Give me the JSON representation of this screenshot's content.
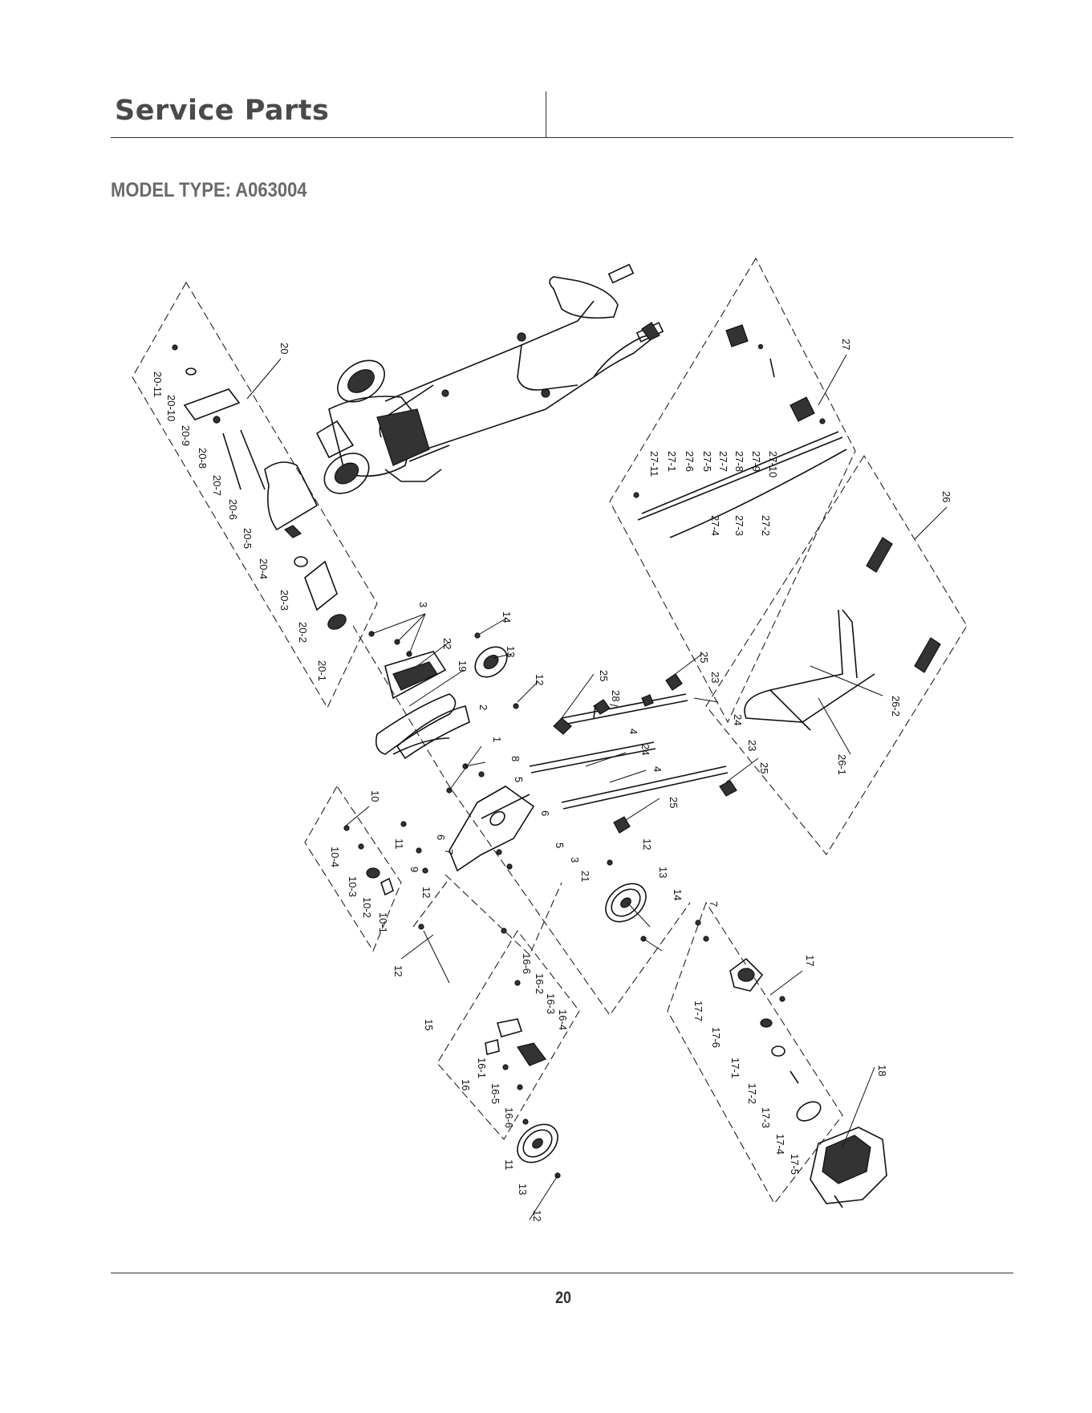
{
  "header": {
    "title": "Service Parts"
  },
  "model": {
    "label": "MODEL TYPE: A063004"
  },
  "footer": {
    "page_number": "20"
  },
  "callouts": [
    {
      "id": "c20",
      "label": "20"
    },
    {
      "id": "c20-11",
      "label": "20-11"
    },
    {
      "id": "c20-10",
      "label": "20-10"
    },
    {
      "id": "c20-9",
      "label": "20-9"
    },
    {
      "id": "c20-8",
      "label": "20-8"
    },
    {
      "id": "c20-7",
      "label": "20-7"
    },
    {
      "id": "c20-6",
      "label": "20-6"
    },
    {
      "id": "c20-5",
      "label": "20-5"
    },
    {
      "id": "c20-4",
      "label": "20-4"
    },
    {
      "id": "c20-3",
      "label": "20-3"
    },
    {
      "id": "c20-2",
      "label": "20-2"
    },
    {
      "id": "c20-1",
      "label": "20-1"
    },
    {
      "id": "c27",
      "label": "27"
    },
    {
      "id": "c27-11",
      "label": "27-11"
    },
    {
      "id": "c27-1",
      "label": "27-1"
    },
    {
      "id": "c27-6",
      "label": "27-6"
    },
    {
      "id": "c27-5",
      "label": "27-5"
    },
    {
      "id": "c27-7",
      "label": "27-7"
    },
    {
      "id": "c27-8",
      "label": "27-8"
    },
    {
      "id": "c27-9",
      "label": "27-9"
    },
    {
      "id": "c27-10",
      "label": "27-10"
    },
    {
      "id": "c27-4",
      "label": "27-4"
    },
    {
      "id": "c27-3",
      "label": "27-3"
    },
    {
      "id": "c27-2",
      "label": "27-2"
    },
    {
      "id": "c26",
      "label": "26"
    },
    {
      "id": "c26-2",
      "label": "26-2"
    },
    {
      "id": "c26-1",
      "label": "26-1"
    },
    {
      "id": "c3a",
      "label": "3"
    },
    {
      "id": "c22",
      "label": "22"
    },
    {
      "id": "c19",
      "label": "19"
    },
    {
      "id": "c14a",
      "label": "14"
    },
    {
      "id": "c13a",
      "label": "13"
    },
    {
      "id": "c12a",
      "label": "12"
    },
    {
      "id": "c2",
      "label": "2"
    },
    {
      "id": "c1",
      "label": "1"
    },
    {
      "id": "c8",
      "label": "8"
    },
    {
      "id": "c5a",
      "label": "5"
    },
    {
      "id": "c6a",
      "label": "6"
    },
    {
      "id": "c6b",
      "label": "6"
    },
    {
      "id": "c7a",
      "label": "7"
    },
    {
      "id": "c5b",
      "label": "5"
    },
    {
      "id": "c3b",
      "label": "3"
    },
    {
      "id": "c21",
      "label": "21"
    },
    {
      "id": "c25a",
      "label": "25"
    },
    {
      "id": "c28",
      "label": "28"
    },
    {
      "id": "c25b",
      "label": "25"
    },
    {
      "id": "c23a",
      "label": "23"
    },
    {
      "id": "c24a",
      "label": "24"
    },
    {
      "id": "c4a",
      "label": "4"
    },
    {
      "id": "c24b",
      "label": "24"
    },
    {
      "id": "c4b",
      "label": "4"
    },
    {
      "id": "c23b",
      "label": "23"
    },
    {
      "id": "c25c",
      "label": "25"
    },
    {
      "id": "c25d",
      "label": "25"
    },
    {
      "id": "c10",
      "label": "10"
    },
    {
      "id": "c10-4",
      "label": "10-4"
    },
    {
      "id": "c10-3",
      "label": "10-3"
    },
    {
      "id": "c10-2",
      "label": "10-2"
    },
    {
      "id": "c10-1",
      "label": "10-1"
    },
    {
      "id": "c11a",
      "label": "11"
    },
    {
      "id": "c9",
      "label": "9"
    },
    {
      "id": "c12b",
      "label": "12"
    },
    {
      "id": "c12c",
      "label": "12"
    },
    {
      "id": "c12d",
      "label": "12"
    },
    {
      "id": "c13b",
      "label": "13"
    },
    {
      "id": "c14b",
      "label": "14"
    },
    {
      "id": "c15",
      "label": "15"
    },
    {
      "id": "c16-6a",
      "label": "16-6"
    },
    {
      "id": "c16-2",
      "label": "16-2"
    },
    {
      "id": "c16-3",
      "label": "16-3"
    },
    {
      "id": "c16-4",
      "label": "16-4"
    },
    {
      "id": "c16-1",
      "label": "16-1"
    },
    {
      "id": "c16",
      "label": "16"
    },
    {
      "id": "c16-5",
      "label": "16-5"
    },
    {
      "id": "c16-6b",
      "label": "16-6"
    },
    {
      "id": "c11b",
      "label": "11"
    },
    {
      "id": "c13c",
      "label": "13"
    },
    {
      "id": "c12e",
      "label": "12"
    },
    {
      "id": "c7b",
      "label": "7"
    },
    {
      "id": "c17",
      "label": "17"
    },
    {
      "id": "c17-7",
      "label": "17-7"
    },
    {
      "id": "c17-6",
      "label": "17-6"
    },
    {
      "id": "c17-1",
      "label": "17-1"
    },
    {
      "id": "c17-2",
      "label": "17-2"
    },
    {
      "id": "c17-3",
      "label": "17-3"
    },
    {
      "id": "c17-4",
      "label": "17-4"
    },
    {
      "id": "c17-5",
      "label": "17-5"
    },
    {
      "id": "c18",
      "label": "18"
    }
  ]
}
